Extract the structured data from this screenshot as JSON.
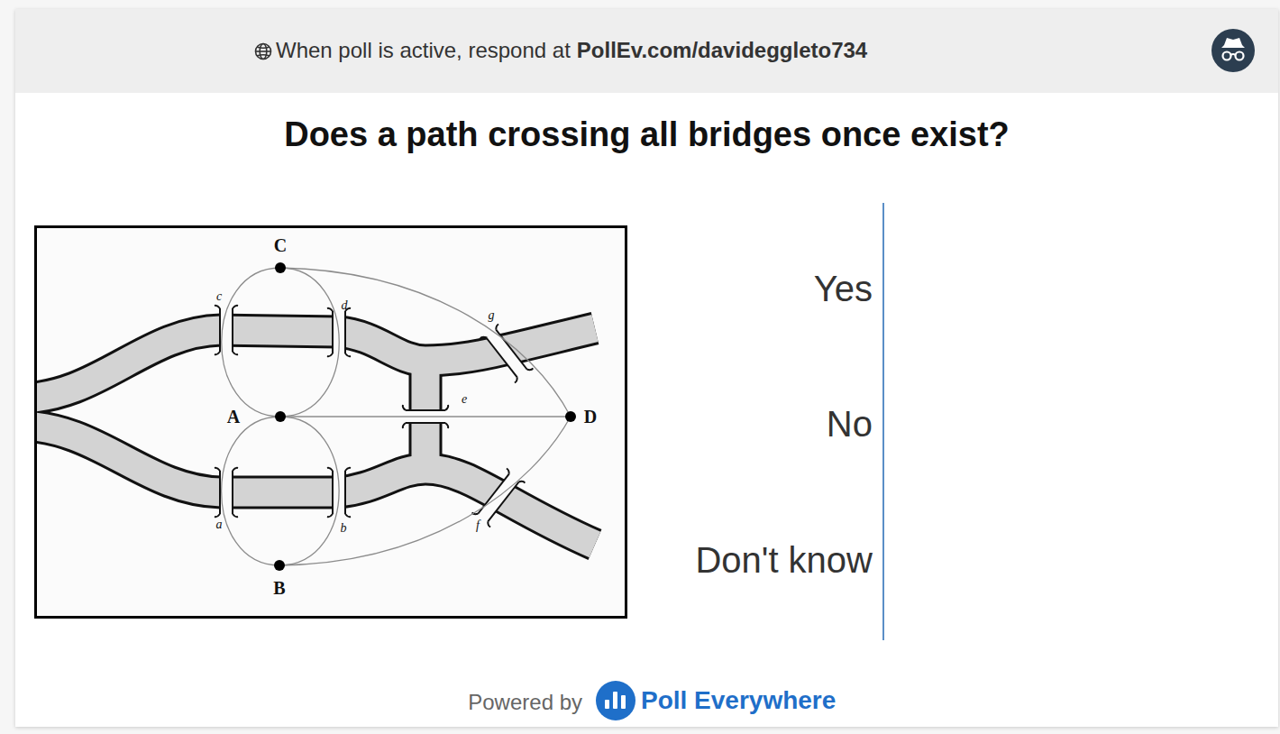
{
  "diagram": {
    "title": "Does a path crossing all bridges once exist?",
    "nodes": [
      {
        "text": [
          "C"
        ]
      },
      {
        "text": [
          "A"
        ]
      },
      {
        "text": [
          "D"
        ]
      },
      {
        "text": [
          "B"
        ]
      }
    ],
    "edges": [
      {
        "from": 1,
        "to": 3,
        "arrow": "none",
        "label": "a"
      },
      {
        "from": 1,
        "to": 3,
        "arrow": "none",
        "label": "b"
      },
      {
        "from": 0,
        "to": 1,
        "arrow": "none",
        "label": "c"
      },
      {
        "from": 0,
        "to": 1,
        "arrow": "none",
        "label": "d"
      },
      {
        "from": 1,
        "to": 2,
        "arrow": "none",
        "label": "e"
      },
      {
        "from": 3,
        "to": 2,
        "arrow": "none",
        "label": "f"
      },
      {
        "from": 0,
        "to": 2,
        "arrow": "none",
        "label": "g"
      }
    ],
    "labels": [
      "When poll is active, respond at",
      "PollEv.com/davideggleto734",
      "Yes",
      "No",
      "Don't know",
      "Powered by",
      "Poll Everywhere"
    ]
  }
}
